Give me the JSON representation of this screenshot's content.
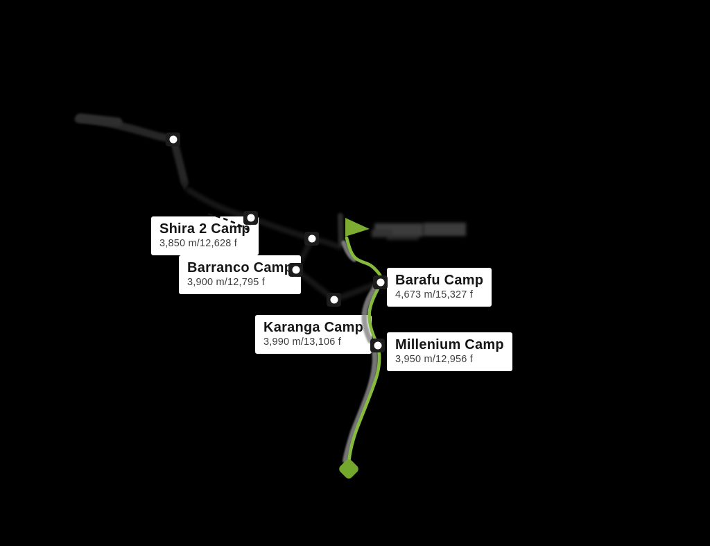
{
  "map": {
    "description_labels": []
  },
  "camps": [
    {
      "name": "Shira 2 Camp",
      "elevation": "3,850 m/12,628 f"
    },
    {
      "name": "Barranco Camp",
      "elevation": "3,900 m/12,795 f"
    },
    {
      "name": "Karanga Camp",
      "elevation": "3,990 m/13,106 f"
    },
    {
      "name": "Barafu Camp",
      "elevation": "4,673 m/15,327 f"
    },
    {
      "name": "Millenium Camp",
      "elevation": "3,950 m/12,956 f"
    }
  ],
  "icons": {
    "summit_arrow": "right-pointing-triangle",
    "finish_marker": "rounded-diamond",
    "camp_dot": "white-circle"
  },
  "colors": {
    "background": "#000000",
    "route_green": "#87bb3d",
    "summit_arrow_green": "#7cad32",
    "finish_marker_green": "#74a82c",
    "descent_shadow_gray": "#8a8a8a",
    "approach_route_dark": "#262626",
    "summit_ridge_gray": "#3c3c3c",
    "label_background": "#ffffff",
    "label_title_text": "#151515",
    "label_subtitle_text": "#3d3d3d",
    "camp_dot_fill": "#ffffff"
  }
}
